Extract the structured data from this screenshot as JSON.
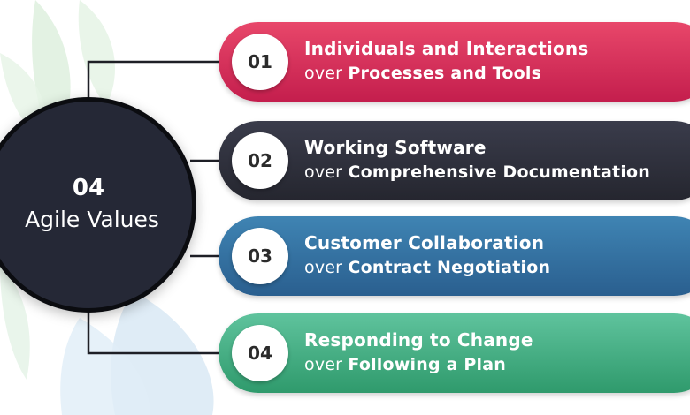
{
  "hub": {
    "number": "04",
    "label": "Agile Values"
  },
  "values": [
    {
      "number": "01",
      "title": "Individuals and Interactions",
      "over": "over",
      "rest": "Processes and Tools",
      "color_start": "#e8476a",
      "color_end": "#c41e4d"
    },
    {
      "number": "02",
      "title": "Working Software",
      "over": "over",
      "rest": "Comprehensive Documentation",
      "color_start": "#3a3c4b",
      "color_end": "#25262f"
    },
    {
      "number": "03",
      "title": "Customer Collaboration",
      "over": "over",
      "rest": "Contract Negotiation",
      "color_start": "#3f84b3",
      "color_end": "#2a5f8f"
    },
    {
      "number": "04",
      "title": "Responding to Change",
      "over": "over",
      "rest": "Following a Plan",
      "color_start": "#5fc39d",
      "color_end": "#2f9a6c"
    }
  ]
}
